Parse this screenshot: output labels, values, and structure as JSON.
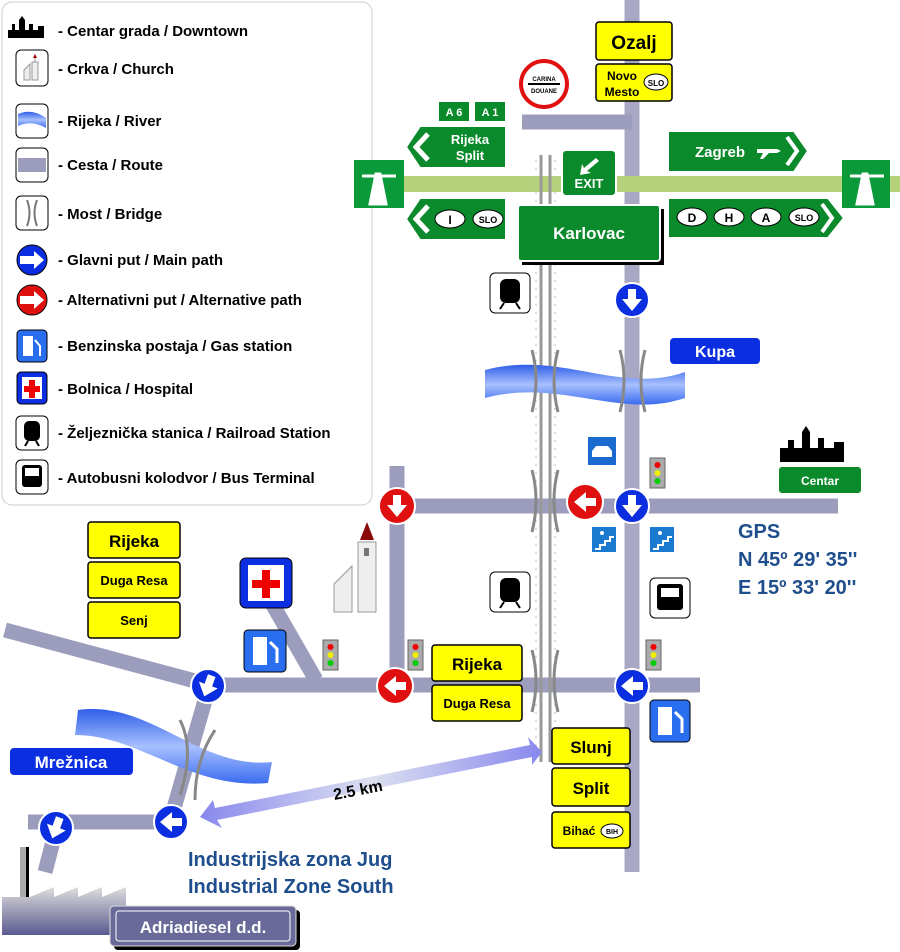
{
  "legend": {
    "items": [
      {
        "icon": "downtown-skyline-icon",
        "label": "- Centar grada / Downtown"
      },
      {
        "icon": "church-icon",
        "label": "- Crkva / Church"
      },
      {
        "icon": "river-icon",
        "label": "- Rijeka / River"
      },
      {
        "icon": "route-icon",
        "label": "- Cesta / Route"
      },
      {
        "icon": "bridge-icon",
        "label": "- Most / Bridge"
      },
      {
        "icon": "main-path-arrow-icon",
        "label": "- Glavni put / Main path"
      },
      {
        "icon": "alternative-path-arrow-icon",
        "label": "- Alternativni put / Alternative path"
      },
      {
        "icon": "gas-station-icon",
        "label": "- Benzinska postaja / Gas station"
      },
      {
        "icon": "hospital-icon",
        "label": "- Bolnica / Hospital"
      },
      {
        "icon": "railroad-station-icon",
        "label": "- Željeznička stanica / Railroad Station"
      },
      {
        "icon": "bus-terminal-icon",
        "label": "- Autobusni kolodvor / Bus Terminal"
      }
    ]
  },
  "signs": {
    "ozalj": "Ozalj",
    "novo": "Novo",
    "mesto": "Mesto",
    "slo": "SLO",
    "carina": "CARINA",
    "douane": "DOUANE",
    "a6": "A 6",
    "a1": "A 1",
    "rijeka": "Rijeka",
    "split": "Split",
    "exit": "EXIT",
    "zagreb": "Zagreb",
    "i": "I",
    "karlovac": "Karlovac",
    "d": "D",
    "h": "H",
    "a": "A",
    "kupa": "Kupa",
    "centar": "Centar",
    "duga_resa": "Duga Resa",
    "senj": "Senj",
    "slunj": "Slunj",
    "bihac": "Bihać",
    "bih": "BIH",
    "mreznica": "Mrežnica",
    "distance": "2.5 km",
    "adriadiesel": "Adriadiesel d.d."
  },
  "gps": {
    "title": "GPS",
    "north": "N 45º 29' 35''",
    "east": "E 15º 33' 20''"
  },
  "zone": {
    "hr": "Industrijska zona Jug",
    "en": "Industrial Zone South"
  },
  "colors": {
    "road": "#9c9cbc",
    "highway": "#b5d27a",
    "sign_green": "#0a8a2a",
    "sign_yellow": "#ffff00",
    "main_path": "#0a2ee0",
    "alt_path": "#e01010",
    "river": "#4a7cf0",
    "gps_text": "#1f4e8c"
  }
}
